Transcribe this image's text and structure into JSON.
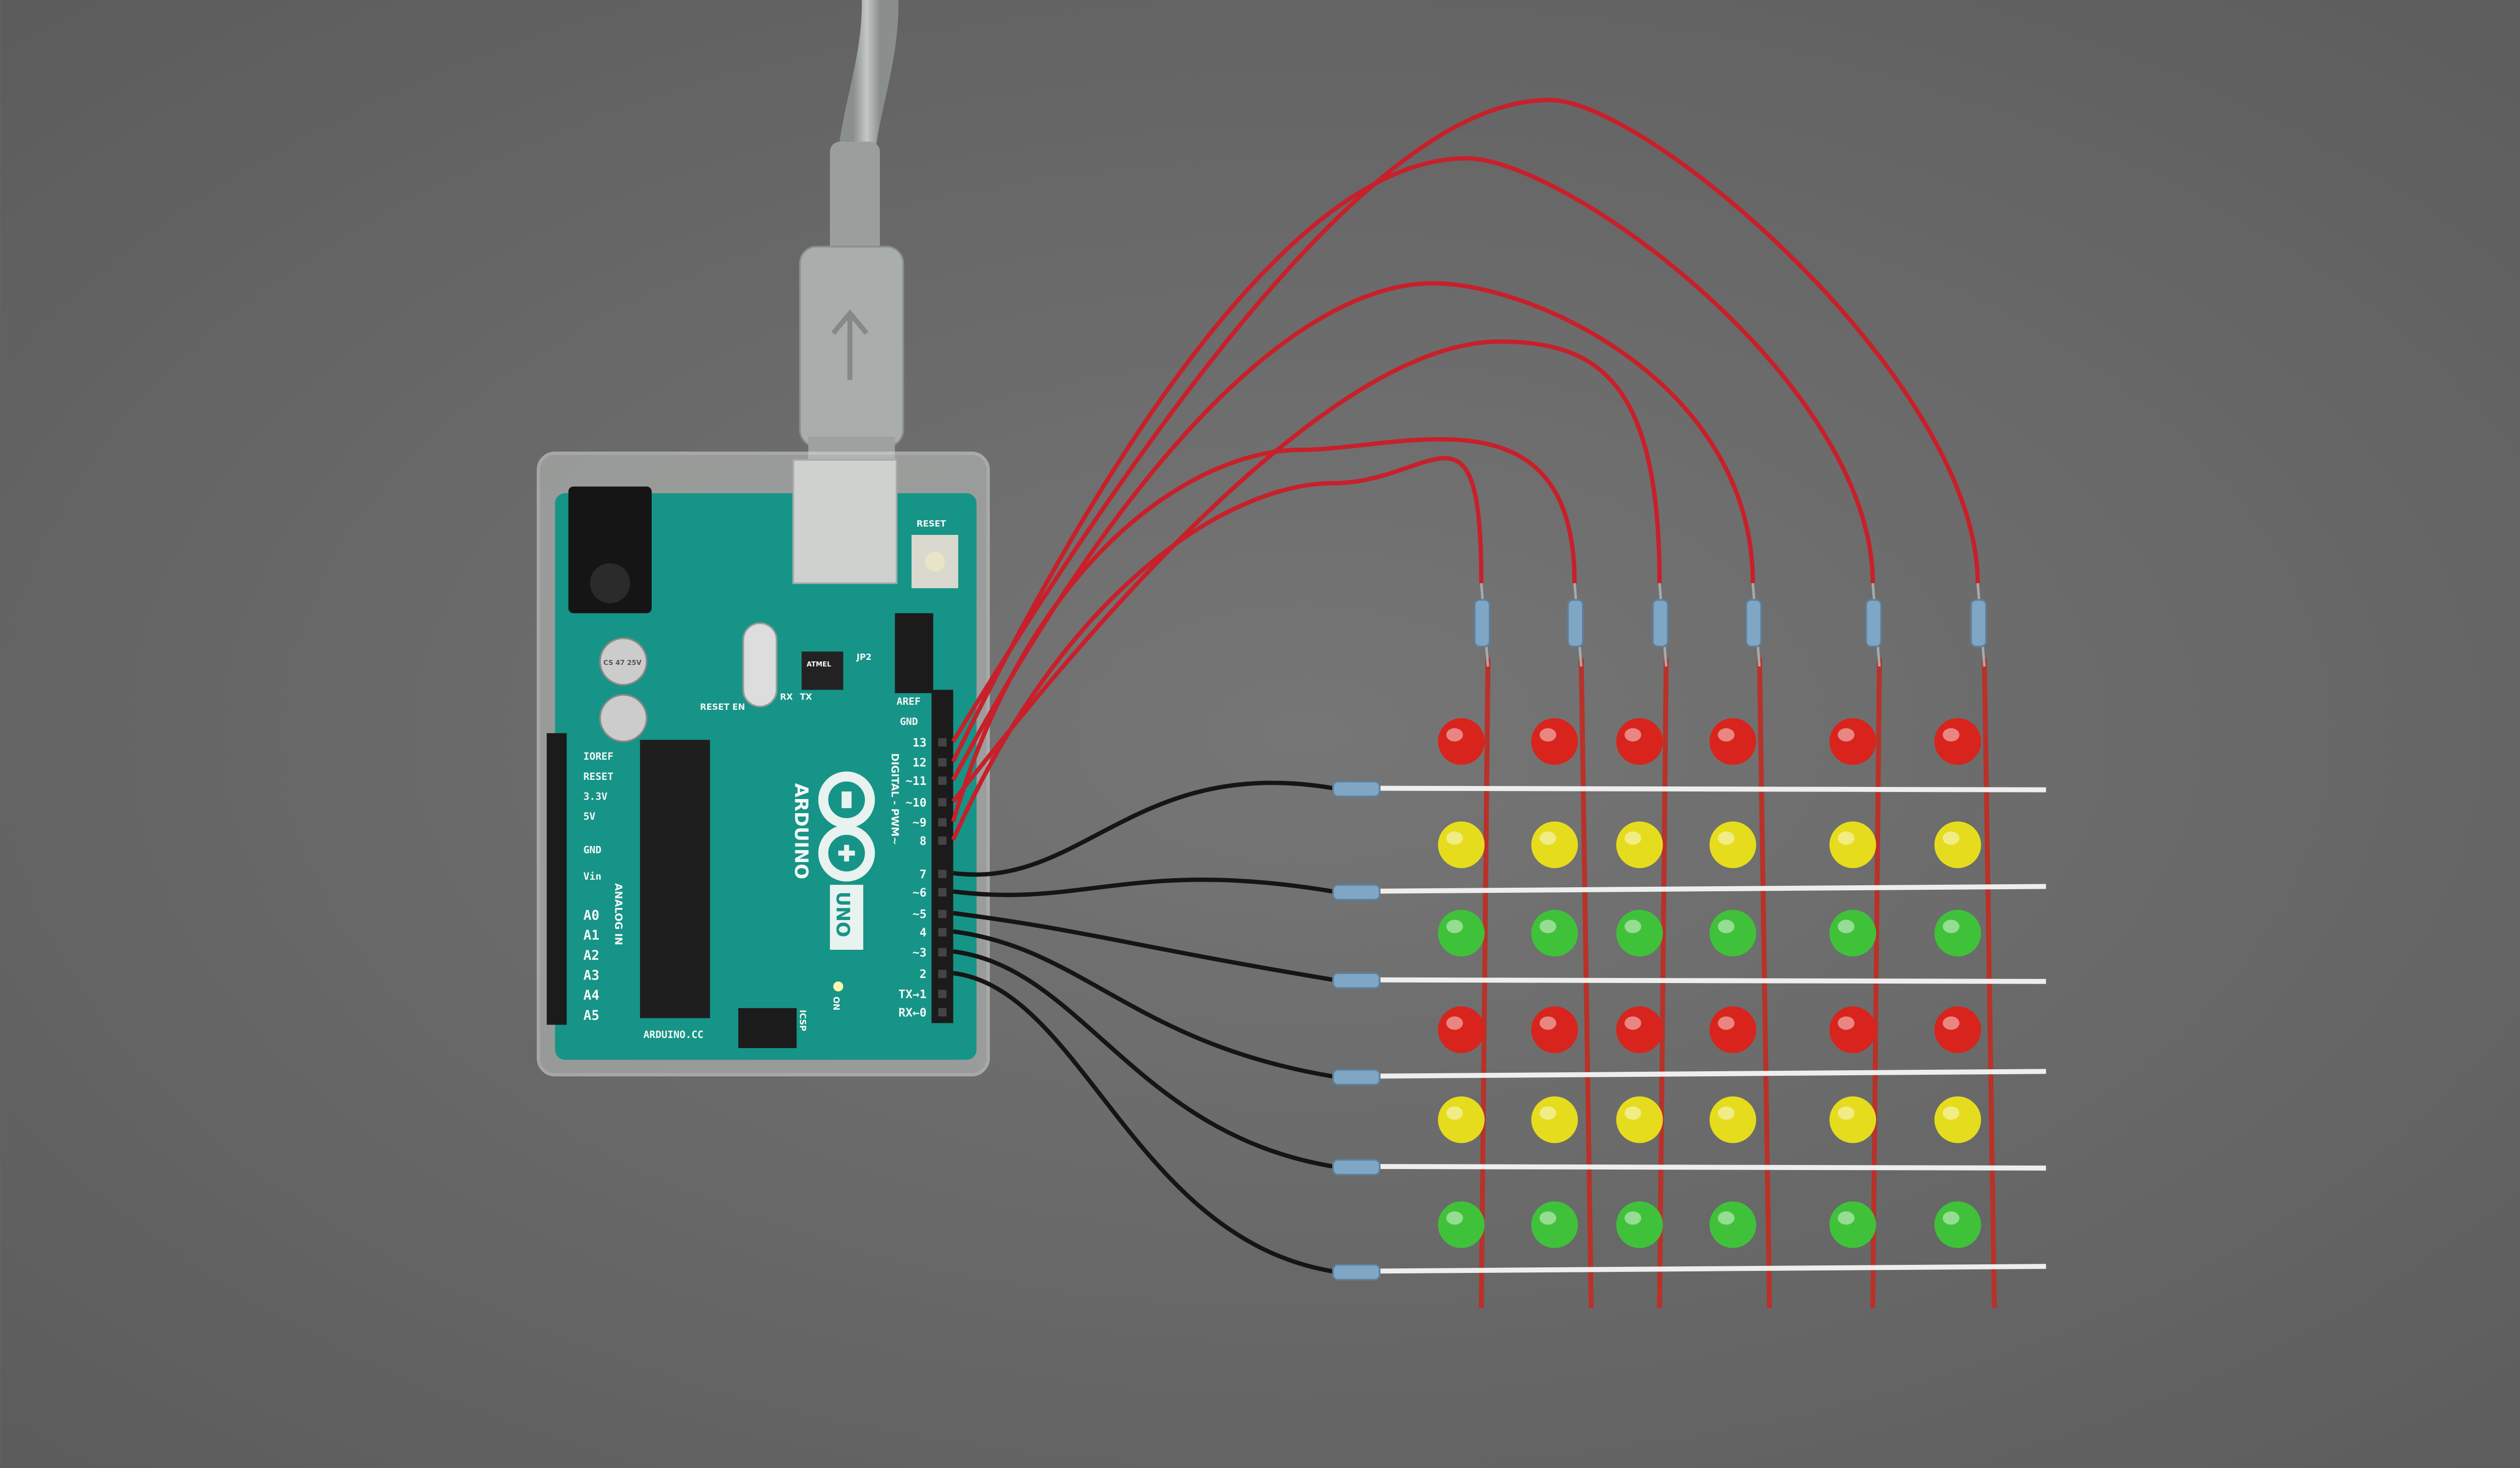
{
  "scene": {
    "background": "#6a6a6a"
  },
  "board": {
    "model": "UNO",
    "brand": "ARDUINO",
    "url": "ARDUINO.CC",
    "digital_label": "DIGITAL - PWM~",
    "aref": "AREF",
    "gnd": "GND",
    "digital_pins": [
      "13",
      "12",
      "~11",
      "~10",
      "~9",
      "8",
      "7",
      "~6",
      "~5",
      "4",
      "~3",
      "2",
      "TX→1",
      "RX←0"
    ],
    "power_pins": [
      "IOREF",
      "RESET",
      "3.3V",
      "5V",
      "GND",
      "Vin"
    ],
    "analog_pins": [
      "A0",
      "A1",
      "A2",
      "A3",
      "A4",
      "A5"
    ],
    "analog_label": "ANALOG IN",
    "icsp": "ICSP",
    "on": "ON",
    "reset_en": "RESET EN",
    "reset": "RESET",
    "jp2": "JP2",
    "tx": "TX",
    "rx": "RX",
    "capacitor": "CS 47 25V",
    "mcu_brand": "ATMEL",
    "colors": {
      "pcb": "#169487",
      "case": "#c9ccc9",
      "header": "#1b1b1b"
    }
  },
  "led_matrix": {
    "rows": 6,
    "cols": 6,
    "row_colors": [
      "red",
      "yellow",
      "green",
      "red",
      "yellow",
      "green"
    ],
    "palette": {
      "red": "#d8241c",
      "yellow": "#e6dc1e",
      "green": "#3fc23a"
    },
    "anode_wire_color": "#c8202a",
    "cathode_wire_color": "#151515"
  }
}
